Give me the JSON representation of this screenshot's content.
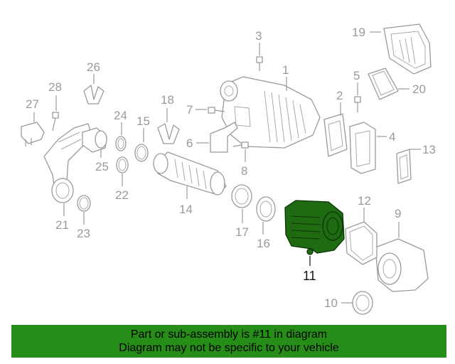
{
  "callouts": [
    {
      "id": "1",
      "label": "1"
    },
    {
      "id": "2",
      "label": "2"
    },
    {
      "id": "3",
      "label": "3"
    },
    {
      "id": "4",
      "label": "4"
    },
    {
      "id": "5",
      "label": "5"
    },
    {
      "id": "6",
      "label": "6"
    },
    {
      "id": "7",
      "label": "7"
    },
    {
      "id": "8",
      "label": "8"
    },
    {
      "id": "9",
      "label": "9"
    },
    {
      "id": "10",
      "label": "10"
    },
    {
      "id": "11",
      "label": "11"
    },
    {
      "id": "12",
      "label": "12"
    },
    {
      "id": "13",
      "label": "13"
    },
    {
      "id": "14",
      "label": "14"
    },
    {
      "id": "15",
      "label": "15"
    },
    {
      "id": "16",
      "label": "16"
    },
    {
      "id": "17",
      "label": "17"
    },
    {
      "id": "18",
      "label": "18"
    },
    {
      "id": "19",
      "label": "19"
    },
    {
      "id": "20",
      "label": "20"
    },
    {
      "id": "21",
      "label": "21"
    },
    {
      "id": "22",
      "label": "22"
    },
    {
      "id": "23",
      "label": "23"
    },
    {
      "id": "24",
      "label": "24"
    },
    {
      "id": "25",
      "label": "25"
    },
    {
      "id": "26",
      "label": "26"
    },
    {
      "id": "27",
      "label": "27"
    },
    {
      "id": "28",
      "label": "28"
    }
  ],
  "highlighted_part": "11",
  "colors": {
    "highlight": "#1f6b12",
    "banner": "#258d18",
    "line": "#9a9a9a"
  },
  "banner": {
    "line1": "Part or sub-assembly is #11 in diagram",
    "line2": "Diagram may not be specific to your vehicle"
  }
}
